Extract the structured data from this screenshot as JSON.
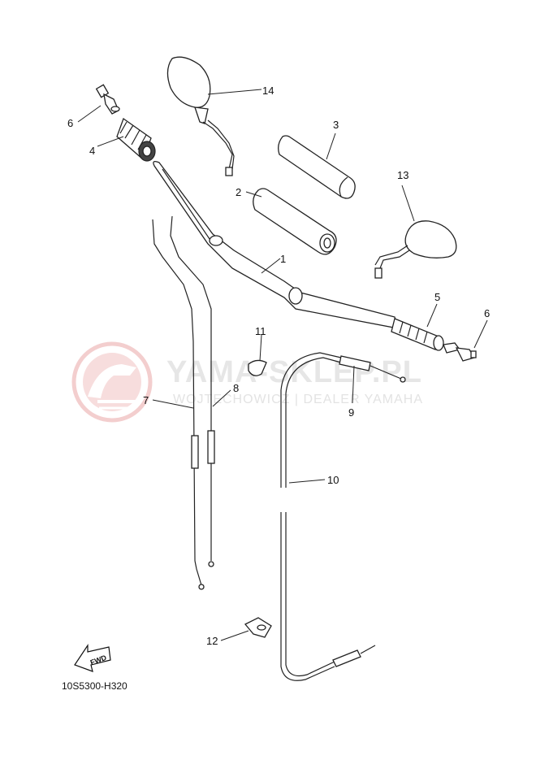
{
  "diagram": {
    "drawing_code": "10S5300-H320",
    "fwd_label": "FWD",
    "watermark": {
      "title": "YAMA-SKLEP.PL",
      "subtitle": "WOJTECHOWICZ | DEALER YAMAHA",
      "logo_color": "#f0c8c8"
    },
    "callouts": {
      "p1": "1",
      "p2": "2",
      "p3": "3",
      "p4": "4",
      "p5": "5",
      "p6a": "6",
      "p6b": "6",
      "p7": "7",
      "p8": "8",
      "p9": "9",
      "p10": "10",
      "p11": "11",
      "p12": "12",
      "p13": "13",
      "p14": "14"
    }
  }
}
